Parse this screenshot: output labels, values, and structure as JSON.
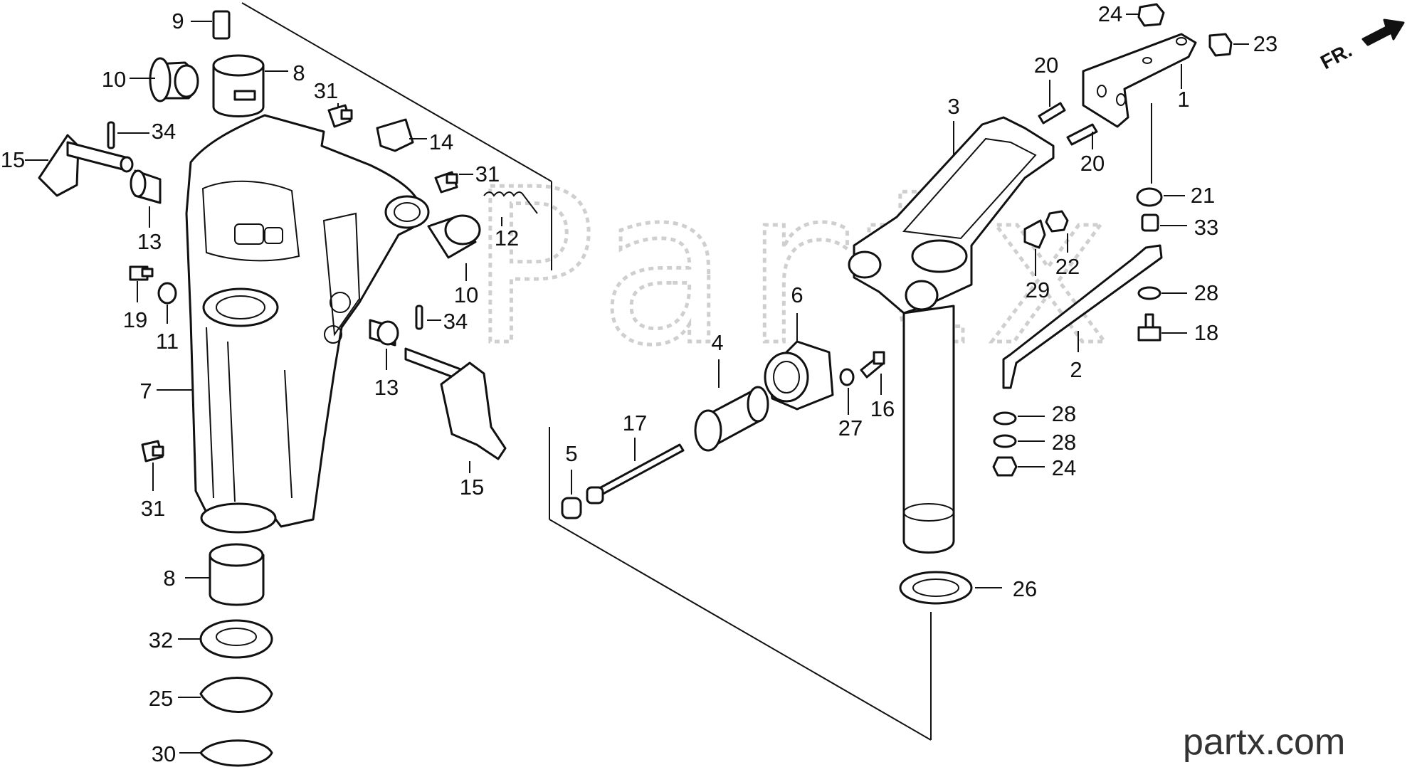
{
  "diagram": {
    "orientation_label": "FR.",
    "watermark": "Partx",
    "brand": "partx.com",
    "callouts": [
      {
        "id": "c9a",
        "label": "9"
      },
      {
        "id": "c8a",
        "label": "8"
      },
      {
        "id": "c10a",
        "label": "10"
      },
      {
        "id": "c31a",
        "label": "31"
      },
      {
        "id": "c34a",
        "label": "34"
      },
      {
        "id": "c14",
        "label": "14"
      },
      {
        "id": "c15a",
        "label": "15"
      },
      {
        "id": "c31b",
        "label": "31"
      },
      {
        "id": "c13a",
        "label": "13"
      },
      {
        "id": "c12",
        "label": "12"
      },
      {
        "id": "c10b",
        "label": "10"
      },
      {
        "id": "c19",
        "label": "19"
      },
      {
        "id": "c11",
        "label": "11"
      },
      {
        "id": "c34b",
        "label": "34"
      },
      {
        "id": "c13b",
        "label": "13"
      },
      {
        "id": "c7",
        "label": "7"
      },
      {
        "id": "c15b",
        "label": "15"
      },
      {
        "id": "c31c",
        "label": "31"
      },
      {
        "id": "c8b",
        "label": "8"
      },
      {
        "id": "c32",
        "label": "32"
      },
      {
        "id": "c25",
        "label": "25"
      },
      {
        "id": "c30",
        "label": "30"
      },
      {
        "id": "c24a",
        "label": "24"
      },
      {
        "id": "c23",
        "label": "23"
      },
      {
        "id": "c20a",
        "label": "20"
      },
      {
        "id": "c1",
        "label": "1"
      },
      {
        "id": "c3",
        "label": "3"
      },
      {
        "id": "c20b",
        "label": "20"
      },
      {
        "id": "c21",
        "label": "21"
      },
      {
        "id": "c33",
        "label": "33"
      },
      {
        "id": "c22",
        "label": "22"
      },
      {
        "id": "c29",
        "label": "29"
      },
      {
        "id": "c28a",
        "label": "28"
      },
      {
        "id": "c18",
        "label": "18"
      },
      {
        "id": "c6",
        "label": "6"
      },
      {
        "id": "c2",
        "label": "2"
      },
      {
        "id": "c4",
        "label": "4"
      },
      {
        "id": "c16",
        "label": "16"
      },
      {
        "id": "c27",
        "label": "27"
      },
      {
        "id": "c28b",
        "label": "28"
      },
      {
        "id": "c28c",
        "label": "28"
      },
      {
        "id": "c24b",
        "label": "24"
      },
      {
        "id": "c17",
        "label": "17"
      },
      {
        "id": "c5",
        "label": "5"
      },
      {
        "id": "c26",
        "label": "26"
      }
    ]
  }
}
